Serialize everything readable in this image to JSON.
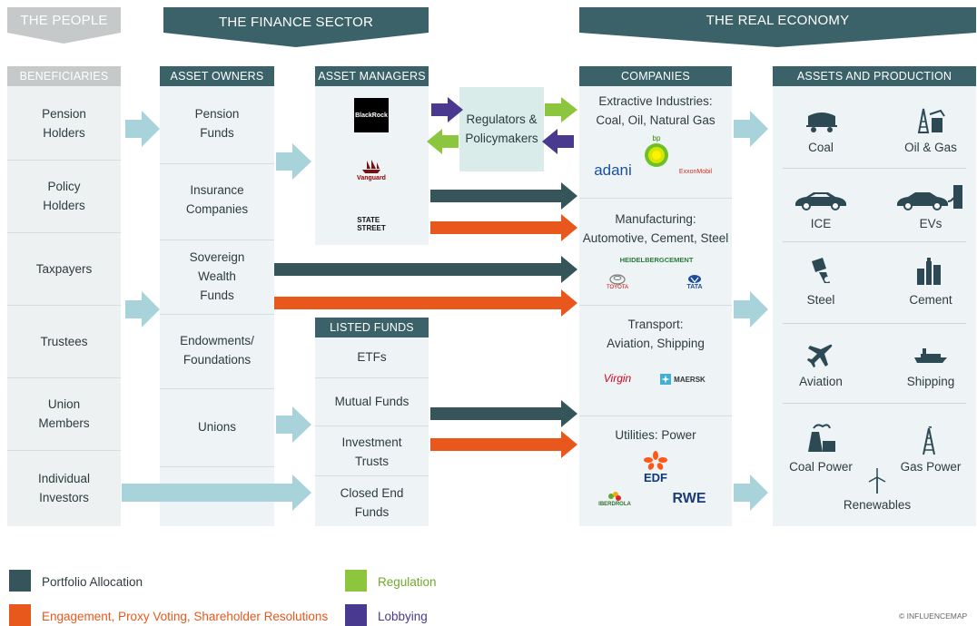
{
  "banners": {
    "people": "THE PEOPLE",
    "finance": "THE FINANCE SECTOR",
    "real_economy": "THE REAL ECONOMY"
  },
  "columns": {
    "beneficiaries": {
      "header": "BENEFICIARIES",
      "items": [
        "Pension\nHolders",
        "Policy\nHolders",
        "Taxpayers",
        "Trustees",
        "Union\nMembers",
        "Individual\nInvestors"
      ]
    },
    "asset_owners": {
      "header": "ASSET OWNERS",
      "items": [
        "Pension\nFunds",
        "Insurance\nCompanies",
        "Sovereign\nWealth\nFunds",
        "Endowments/\nFoundations",
        "Unions"
      ]
    },
    "asset_managers": {
      "header": "ASSET MANAGERS",
      "logos": [
        "BlackRock",
        "Vanguard",
        "STATE\nSTREET"
      ]
    },
    "listed_funds": {
      "header": "LISTED FUNDS",
      "items": [
        "ETFs",
        "Mutual Funds",
        "Investment\nTrusts",
        "Closed End\nFunds"
      ]
    },
    "regulators": "Regulators &\nPolicymakers",
    "companies": {
      "header": "COMPANIES",
      "sectors": [
        {
          "title": "Extractive Industries:\nCoal, Oil, Natural Gas",
          "logos": [
            "adani",
            "bp",
            "ExxonMobil"
          ]
        },
        {
          "title": "Manufacturing:\nAutomotive, Cement, Steel",
          "logos": [
            "HEIDELBERGCEMENT",
            "TOYOTA",
            "TATA"
          ]
        },
        {
          "title": "Transport:\nAviation, Shipping",
          "logos": [
            "Virgin",
            "MAERSK"
          ]
        },
        {
          "title": "Utilities: Power",
          "logos": [
            "EDF",
            "IBERDROLA",
            "RWE"
          ]
        }
      ]
    },
    "assets": {
      "header": "ASSETS AND PRODUCTION",
      "items": [
        "Coal",
        "Oil & Gas",
        "ICE",
        "EVs",
        "Steel",
        "Cement",
        "Aviation",
        "Shipping",
        "Coal Power",
        "Gas Power",
        "Renewables"
      ]
    }
  },
  "legend": {
    "portfolio": "Portfolio Allocation",
    "engagement": "Engagement, Proxy Voting, Shareholder Resolutions",
    "regulation": "Regulation",
    "lobbying": "Lobbying"
  },
  "credit": "© INFLUENCEMAP",
  "colors": {
    "portfolio": "#35555b",
    "engagement": "#e8581c",
    "regulation": "#8cc63f",
    "lobbying": "#4a3a8f",
    "light_arrow": "#a9d3da",
    "header_teal": "#3a6268",
    "header_grey": "#c6c9c9"
  }
}
